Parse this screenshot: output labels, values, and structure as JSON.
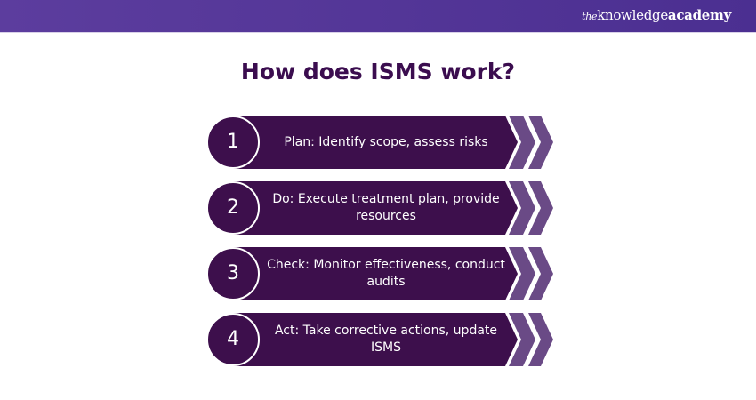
{
  "brand": {
    "prefix": "the",
    "name": "knowledge",
    "suffix": "academy"
  },
  "title": "How does ISMS work?",
  "steps": [
    {
      "number": "1",
      "text": "Plan: Identify scope, assess risks"
    },
    {
      "number": "2",
      "text": "Do: Execute treatment plan, provide resources"
    },
    {
      "number": "3",
      "text": "Check: Monitor effectiveness, conduct audits"
    },
    {
      "number": "4",
      "text": "Act: Take corrective actions, update ISMS"
    }
  ],
  "colors": {
    "dark": "#3d0f4c",
    "chevron": "#6a4a86",
    "header": "#523596"
  }
}
